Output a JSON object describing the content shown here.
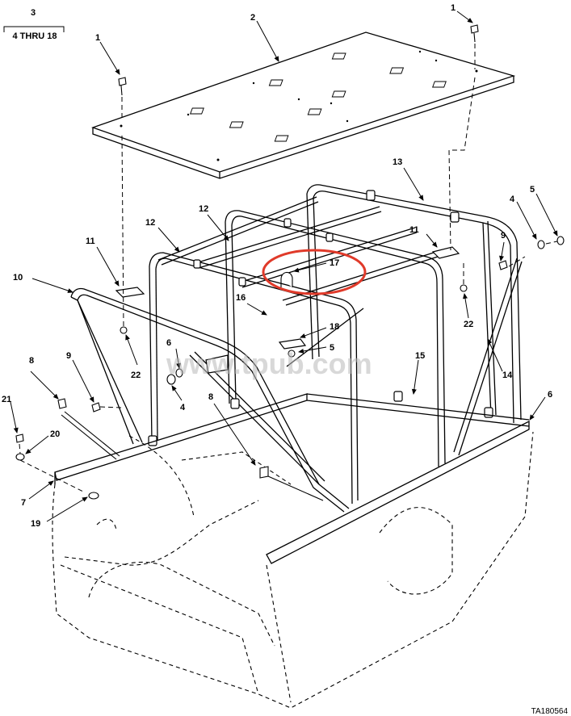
{
  "header": {
    "group_number": "3",
    "group_range": "4 THRU 18"
  },
  "watermark": "www.tpub.com",
  "figure_ref": "TA180564",
  "highlight": {
    "label": "17",
    "color": "#e03a2a"
  },
  "callouts": {
    "c1_left": "1",
    "c1_right": "1",
    "c2": "2",
    "c4_right": "4",
    "c4_left": "4",
    "c5_right": "5",
    "c5_mid": "5",
    "c6_left": "6",
    "c6_right": "6",
    "c7": "7",
    "c8_left": "8",
    "c8_mid": "8",
    "c9_left": "9",
    "c9_right": "9",
    "c10": "10",
    "c11_left": "11",
    "c11_right": "11",
    "c12_a": "12",
    "c12_b": "12",
    "c13": "13",
    "c14": "14",
    "c15": "15",
    "c16": "16",
    "c17": "17",
    "c18": "18",
    "c19": "19",
    "c20": "20",
    "c21": "21",
    "c22_left": "22",
    "c22_right": "22"
  }
}
